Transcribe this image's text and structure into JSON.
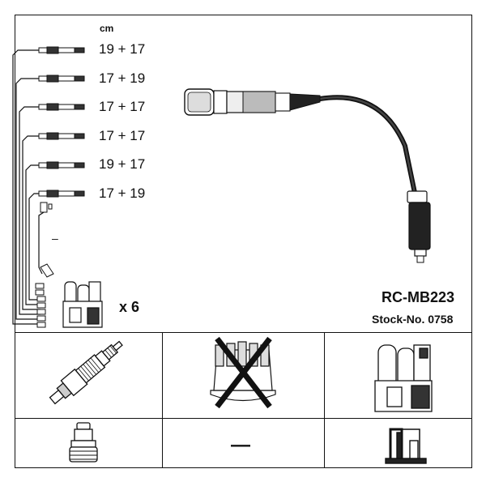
{
  "header": {
    "unit": "cm"
  },
  "cable_lengths": [
    "19 + 17",
    "17 + 19",
    "17 + 17",
    "17 + 17",
    "19 + 17",
    "17 + 19"
  ],
  "middle_dash": "–",
  "quantity": "x 6",
  "product": {
    "part_number": "RC-MB223",
    "stock_number": "Stock-No. 0758"
  },
  "cells": {
    "bottom_dash": "—"
  },
  "icons": [
    "spark-plug-icon",
    "distributor-cap-crossed-icon",
    "ignition-coil-icon",
    "plug-connector-icon",
    "coil-terminal-icon"
  ]
}
